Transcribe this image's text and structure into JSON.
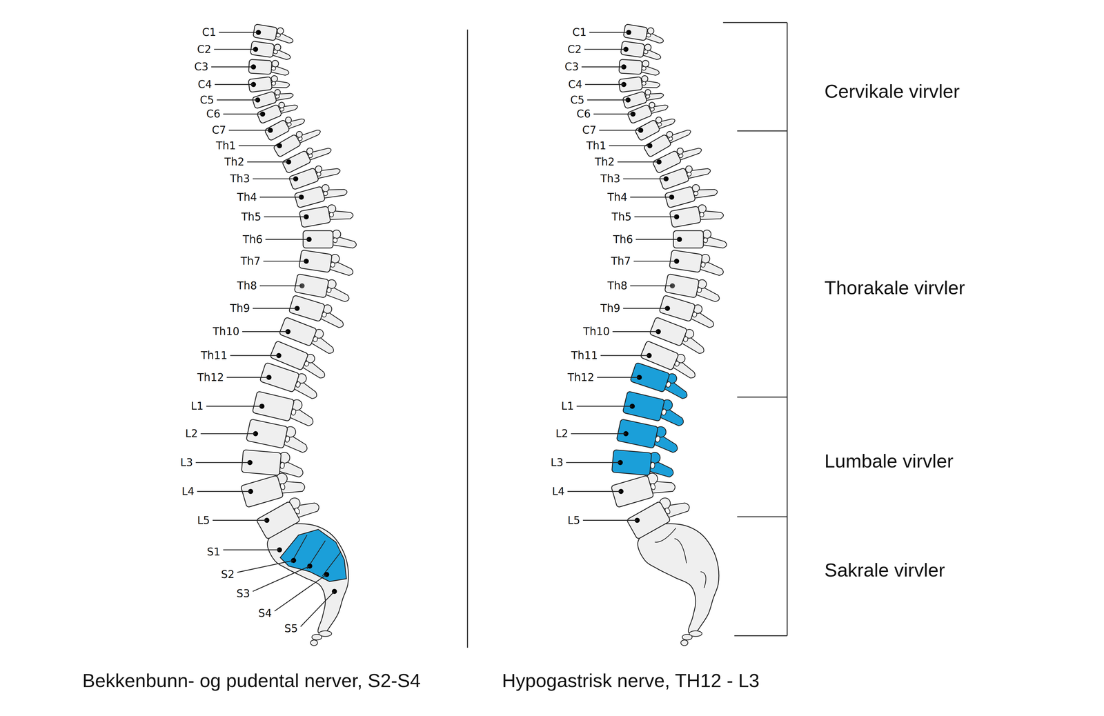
{
  "diagram": {
    "labels": [
      "C1",
      "C2",
      "C3",
      "C4",
      "C5",
      "C6",
      "C7",
      "Th1",
      "Th2",
      "Th3",
      "Th4",
      "Th5",
      "Th6",
      "Th7",
      "Th8",
      "Th9",
      "Th10",
      "Th11",
      "Th12",
      "L1",
      "L2",
      "L3",
      "L4",
      "L5",
      "S1",
      "S2",
      "S3",
      "S4",
      "S5",
      "C1",
      "C2",
      "C3",
      "C4",
      "C5",
      "C6",
      "C7",
      "Th1",
      "Th2",
      "Th3",
      "Th4",
      "Th5",
      "Th6",
      "Th7",
      "Th8",
      "Th9",
      "Th10",
      "Th11",
      "Th12",
      "L1",
      "L2",
      "L3",
      "L4",
      "L5",
      "Cervikale virvler",
      "Thorakale virvler",
      "Lumbale virvler",
      "Sakrale virvler",
      "Bekkenbunn- og pudental nerver, S2-S4",
      "Hypogastrisk nerve, TH12 - L3"
    ]
  }
}
